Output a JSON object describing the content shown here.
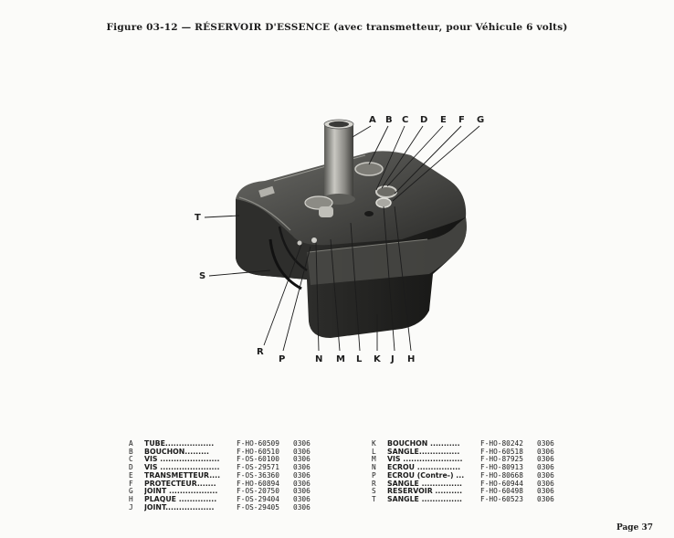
{
  "title": "Figure 03-12 — RÉSERVOIR D'ESSENCE (avec transmetteur, pour Véhicule 6 volts)",
  "labels_top": [
    "A",
    "B",
    "C",
    "D",
    "E",
    "F",
    "G"
  ],
  "labels_bottom": [
    "R",
    "P",
    "N",
    "M",
    "L",
    "K",
    "J",
    "H"
  ],
  "label_T": "T",
  "label_S": "S",
  "parts_left": [
    {
      "letter": "A",
      "name": "TUBE..................",
      "ref": "F-HO-60509",
      "code": "0306"
    },
    {
      "letter": "B",
      "name": "BOUCHON.........",
      "ref": "F-HO-60510",
      "code": "0306"
    },
    {
      "letter": "C",
      "name": "VIS ......................",
      "ref": "F-OS-60100",
      "code": "0306"
    },
    {
      "letter": "D",
      "name": "VIS ......................",
      "ref": "F-OS-29571",
      "code": "0306"
    },
    {
      "letter": "E",
      "name": "TRANSMETTEUR....",
      "ref": "F-OS-36360",
      "code": "0306"
    },
    {
      "letter": "F",
      "name": "PROTECTEUR.......",
      "ref": "F-HO-60894",
      "code": "0306"
    },
    {
      "letter": "G",
      "name": "JOINT ..................",
      "ref": "F-OS-20750",
      "code": "0306"
    },
    {
      "letter": "H",
      "name": "PLAQUE ..............",
      "ref": "F-OS-29404",
      "code": "0306"
    },
    {
      "letter": "J",
      "name": "JOINT..................",
      "ref": "F-OS-29405",
      "code": "0306"
    }
  ],
  "parts_right": [
    {
      "letter": "K",
      "name": "BOUCHON ...........",
      "ref": "F-HO-80242",
      "code": "0306"
    },
    {
      "letter": "L",
      "name": "SANGLE...............",
      "ref": "F-HO-60518",
      "code": "0306"
    },
    {
      "letter": "M",
      "name": "VIS ......................",
      "ref": "F-HO-87925",
      "code": "0306"
    },
    {
      "letter": "N",
      "name": "ÉCROU ................",
      "ref": "F-HO-80913",
      "code": "0306"
    },
    {
      "letter": "P",
      "name": "ÉCROU (Contre-) ...",
      "ref": "F-HO-80668",
      "code": "0306"
    },
    {
      "letter": "R",
      "name": "SANGLE ...............",
      "ref": "F-HO-60944",
      "code": "0306"
    },
    {
      "letter": "S",
      "name": "RÉSERVOIR ..........",
      "ref": "F-HO-60498",
      "code": "0306"
    },
    {
      "letter": "T",
      "name": "SANGLE ...............",
      "ref": "F-HO-60523",
      "code": "0306"
    }
  ],
  "page_number": "Page 37"
}
